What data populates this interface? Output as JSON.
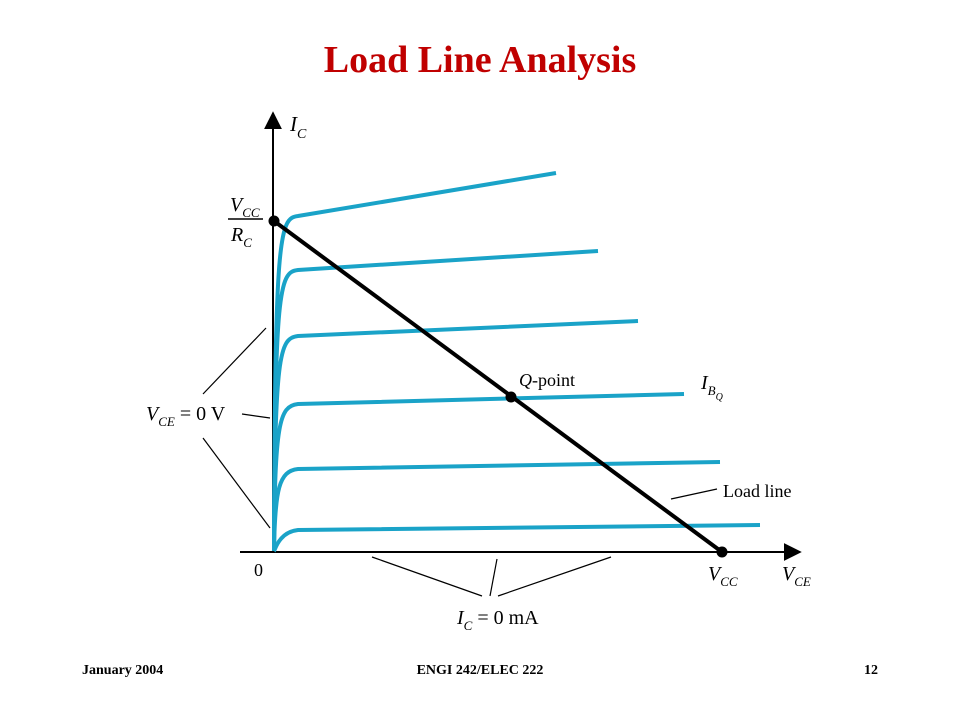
{
  "slide": {
    "title": "Load Line Analysis"
  },
  "diagram": {
    "y_axis_label": {
      "main": "I",
      "sub": "C"
    },
    "x_axis_label": {
      "main": "V",
      "sub": "CE"
    },
    "origin_label": "0",
    "y_intercept_label": {
      "numerator": {
        "main": "V",
        "sub": "CC"
      },
      "denominator": {
        "main": "R",
        "sub": "C"
      }
    },
    "x_intercept_label": {
      "main": "V",
      "sub": "CC"
    },
    "q_point_label": {
      "italic": "Q",
      "rest": "-point"
    },
    "ibq_label": {
      "main": "I",
      "sub": "B",
      "subsub": "Q"
    },
    "load_line_label": "Load line",
    "vce_zero_label": {
      "main": "V",
      "sub": "CE",
      "rest": " = 0 V"
    },
    "ic_zero_label": {
      "main": "I",
      "sub": "C",
      "rest": " = 0 mA"
    },
    "curve_color": "#1aa3c8",
    "load_line_color": "#000000",
    "curve_count": 6
  },
  "footer": {
    "left": "January 2004",
    "center": "ENGI 242/ELEC 222",
    "right": "12"
  }
}
